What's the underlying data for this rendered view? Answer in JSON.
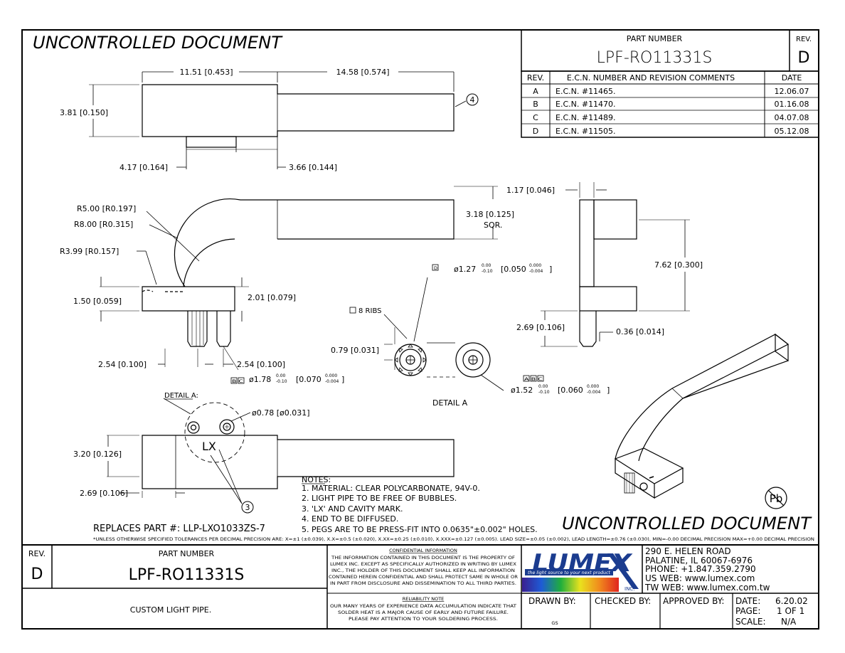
{
  "watermark": {
    "top": "UNCONTROLLED DOCUMENT",
    "bottom": "UNCONTROLLED DOCUMENT"
  },
  "title_block_top": {
    "part_number_label": "PART NUMBER",
    "part_number": "LPF-RO11331S",
    "rev_label": "REV.",
    "rev": "D"
  },
  "revision_table": {
    "headers": {
      "rev": "REV.",
      "ecn": "E.C.N. NUMBER AND REVISION COMMENTS",
      "date": "DATE"
    },
    "rows": [
      {
        "rev": "A",
        "ecn": "E.C.N. #11465.",
        "date": "12.06.07"
      },
      {
        "rev": "B",
        "ecn": "E.C.N. #11470.",
        "date": "01.16.08"
      },
      {
        "rev": "C",
        "ecn": "E.C.N. #11489.",
        "date": "04.07.08"
      },
      {
        "rev": "D",
        "ecn": "E.C.N. #11505.",
        "date": "05.12.08"
      }
    ]
  },
  "dimensions": {
    "top_len_1": "11.51 [0.453]",
    "top_len_2": "14.58 [0.574]",
    "top_height": "3.81 [0.150]",
    "top_peg_1": "4.17 [0.164]",
    "top_peg_2": "3.66 [0.144]",
    "r5": "R5.00 [R0.197]",
    "r8": "R8.00 [R0.315]",
    "r399": "R3.99 [R0.157]",
    "sq_1": "3.18 [0.125]",
    "sq_2": "SQR.",
    "h150": "1.50 [0.059]",
    "h201": "2.01 [0.079]",
    "p254a": "2.54 [0.100]",
    "p254b": "2.54 [0.100]",
    "dia178": "ø1.78",
    "dia178_tol_top": "0.00",
    "dia178_tol_bot": "-0.10",
    "dia178_in": "[0.070",
    "dia178_in_tol_top": "0.000",
    "dia178_in_tol_bot": "-0.004",
    "dia127": "ø1.27",
    "dia127_tol_top": "0.00",
    "dia127_tol_bot": "-0.10",
    "dia127_in": "[0.050",
    "dia127_in_tol_top": "0.000",
    "dia127_in_tol_bot": "-0.004",
    "ribs": "8 RIBS",
    "d079": "0.79 [0.031]",
    "dia152": "ø1.52",
    "dia152_tol_top": "0.00",
    "dia152_tol_bot": "-0.10",
    "dia152_in": "[0.060",
    "dia152_in_tol_top": "0.000",
    "dia152_in_tol_bot": "-0.004",
    "detail_a": "DETAIL A",
    "detail_a_ref": "DETAIL A:",
    "side_117": "1.17 [0.046]",
    "side_762": "7.62 [0.300]",
    "side_269": "2.69 [0.106]",
    "side_036": "0.36 [0.014]",
    "bot_320": "3.20 [0.126]",
    "bot_269": "2.69 [0.106]",
    "dia078": "ø0.78 [ø0.031]",
    "lx_mark": "LX",
    "balloon_3": "3",
    "balloon_4": "4",
    "callout_boxes": "B C",
    "callout_box_d": "D",
    "callout_boxes_abc": "A B C"
  },
  "notes": {
    "title": "NOTES:",
    "items": [
      "1. MATERIAL: CLEAR POLYCARBONATE, 94V-0.",
      "2. LIGHT PIPE TO BE FREE OF BUBBLES.",
      "3. 'LX' AND CAVITY MARK.",
      "4. END TO BE DIFFUSED.",
      "5. PEGS ARE TO BE PRESS-FIT INTO 0.0635\"±0.002\" HOLES."
    ]
  },
  "replaces": "REPLACES PART #: LLP-LXO1033ZS-7",
  "tolerance_note": "*UNLESS OTHERWISE SPECIFIED TOLERANCES PER DECIMAL PRECISION ARE: X=±1 (±0.039), X.X=±0.5 (±0.020), X.XX=±0.25 (±0.010), X.XXX=±0.127 (±0.005). LEAD SIZE=±0.05 (±0.002), LEAD LENGTH=±0.76 (±0.030), MIN=-0.00 DECIMAL PRECISION MAX=+0.00 DECIMAL PRECISION",
  "pb_symbol": "Pb",
  "title_block": {
    "rev_label": "REV.",
    "rev": "D",
    "part_number_label": "PART NUMBER",
    "part_number": "LPF-RO11331S",
    "description": "CUSTOM LIGHT PIPE.",
    "confidential_title": "CONFIDENTIAL INFORMATION",
    "confidential_text": [
      "THE INFORMATION CONTAINED IN THIS DOCUMENT IS THE PROPERTY OF",
      "LUMEX INC. EXCEPT AS SPECIFICALLY AUTHORIZED IN WRITING BY LUMEX",
      "INC., THE HOLDER OF THIS DOCUMENT SHALL KEEP ALL INFORMATION",
      "CONTAINED HEREIN CONFIDENTIAL AND SHALL PROTECT SAME IN WHOLE OR",
      "IN PART FROM DISCLOSURE AND DISSEMINATION TO ALL THIRD PARTIES."
    ],
    "reliability_title": "RELIABILITY NOTE",
    "reliability_text": [
      "OUR MANY YEARS OF EXPERIENCE DATA ACCUMULATION INDICATE THAT",
      "SOLDER HEAT IS A MAJOR CAUSE OF EARLY AND FUTURE FAILURE.",
      "PLEASE PAY ATTENTION TO YOUR SOLDERING PROCESS."
    ],
    "logo_text": "LUMEX",
    "logo_tagline": "the light source to your next product",
    "logo_inc": "INC.",
    "address": [
      "290 E. HELEN ROAD",
      "PALATINE, IL  60067-6976",
      "PHONE: +1.847.359.2790",
      "US WEB: www.lumex.com",
      "TW WEB: www.lumex.com.tw"
    ],
    "drawn_by_label": "DRAWN BY:",
    "drawn_by": "GS",
    "checked_by_label": "CHECKED BY:",
    "approved_by_label": "APPROVED BY:",
    "date_label": "DATE:",
    "date": "6.20.02",
    "page_label": "PAGE:",
    "page": "1 OF 1",
    "scale_label": "SCALE:",
    "scale": "N/A"
  }
}
